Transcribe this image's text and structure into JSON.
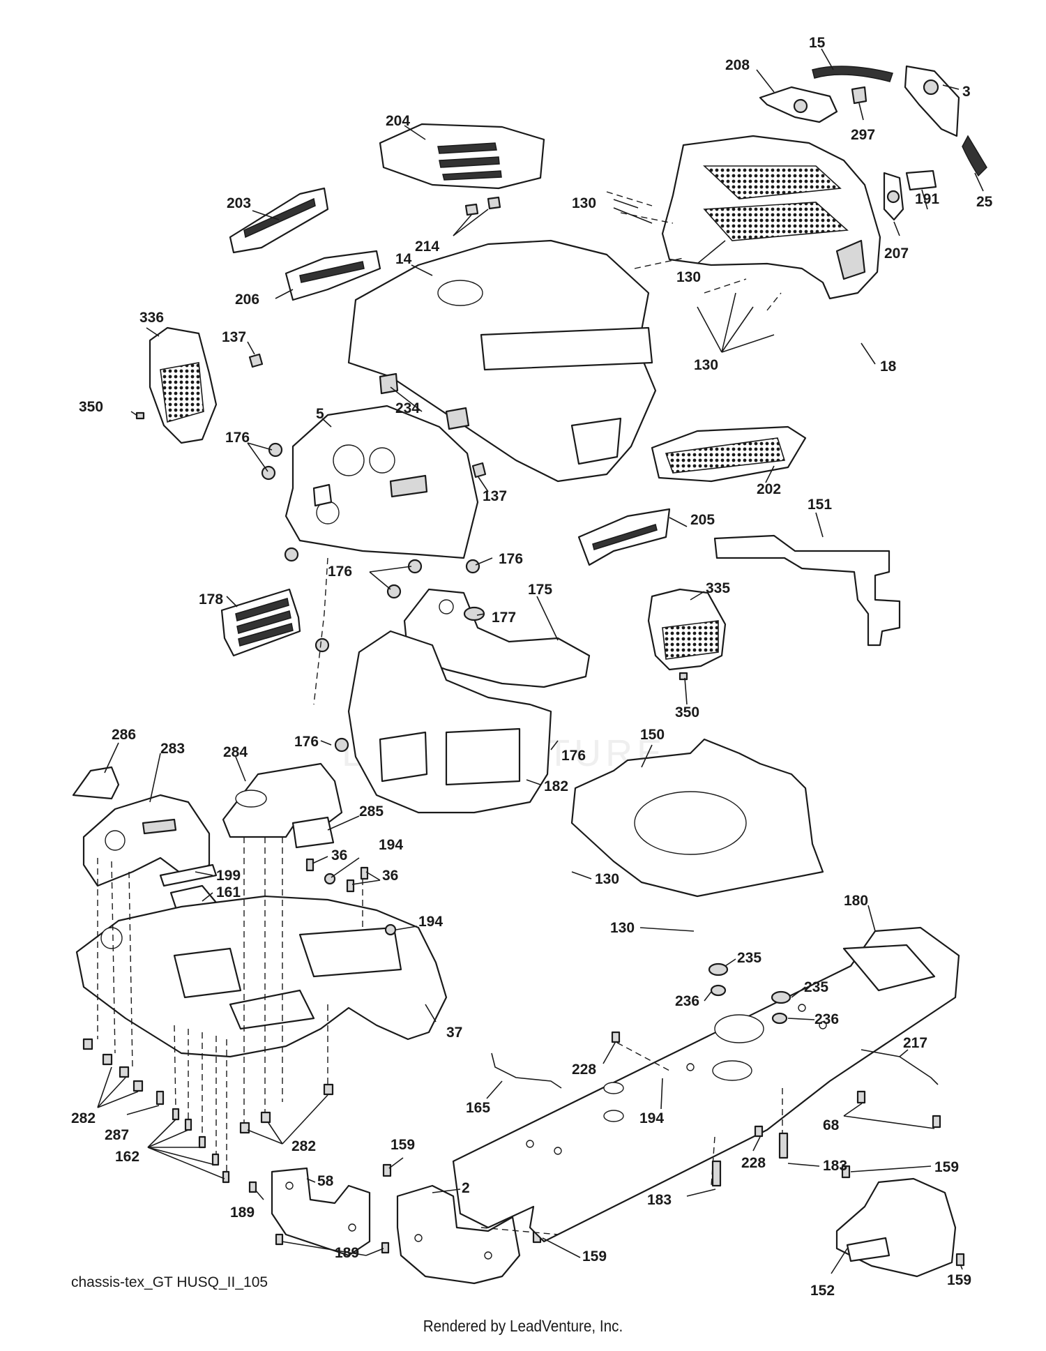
{
  "diagram": {
    "code": "chassis-tex_GT HUSQ_II_105",
    "watermark": "LEADVENTURE",
    "footer": "Rendered by LeadVenture, Inc."
  },
  "callouts": {
    "c15": "15",
    "c208": "208",
    "c3": "3",
    "c297": "297",
    "c25": "25",
    "c191": "191",
    "c207": "207",
    "c204": "204",
    "c203": "203",
    "c214": "214",
    "c14": "14",
    "c206": "206",
    "c130a": "130",
    "c130b": "130",
    "c130c": "130",
    "c18": "18",
    "c336": "336",
    "c137a": "137",
    "c350a": "350",
    "c234": "234",
    "c5": "5",
    "c176a": "176",
    "c137b": "137",
    "c202": "202",
    "c176b": "176",
    "c205": "205",
    "c151": "151",
    "c176c": "176",
    "c175": "175",
    "c178": "178",
    "c177": "177",
    "c335": "335",
    "c350b": "350",
    "c286": "286",
    "c283": "283",
    "c284": "284",
    "c176d": "176",
    "c176e": "176",
    "c150": "150",
    "c182": "182",
    "c285": "285",
    "c36a": "36",
    "c194a": "194",
    "c36b": "36",
    "c199": "199",
    "c161": "161",
    "c130d": "130",
    "c194b": "194",
    "c130e": "130",
    "c180": "180",
    "c37": "37",
    "c235a": "235",
    "c236a": "236",
    "c235b": "235",
    "c236b": "236",
    "c228a": "228",
    "c217": "217",
    "c165": "165",
    "c282a": "282",
    "c287": "287",
    "c194c": "194",
    "c68": "68",
    "c162": "162",
    "c282b": "282",
    "c159a": "159",
    "c58": "58",
    "c228b": "228",
    "c183a": "183",
    "c159b": "159",
    "c2": "2",
    "c189a": "189",
    "c183b": "183",
    "c189b": "189",
    "c159c": "159",
    "c152": "152",
    "c159d": "159"
  }
}
